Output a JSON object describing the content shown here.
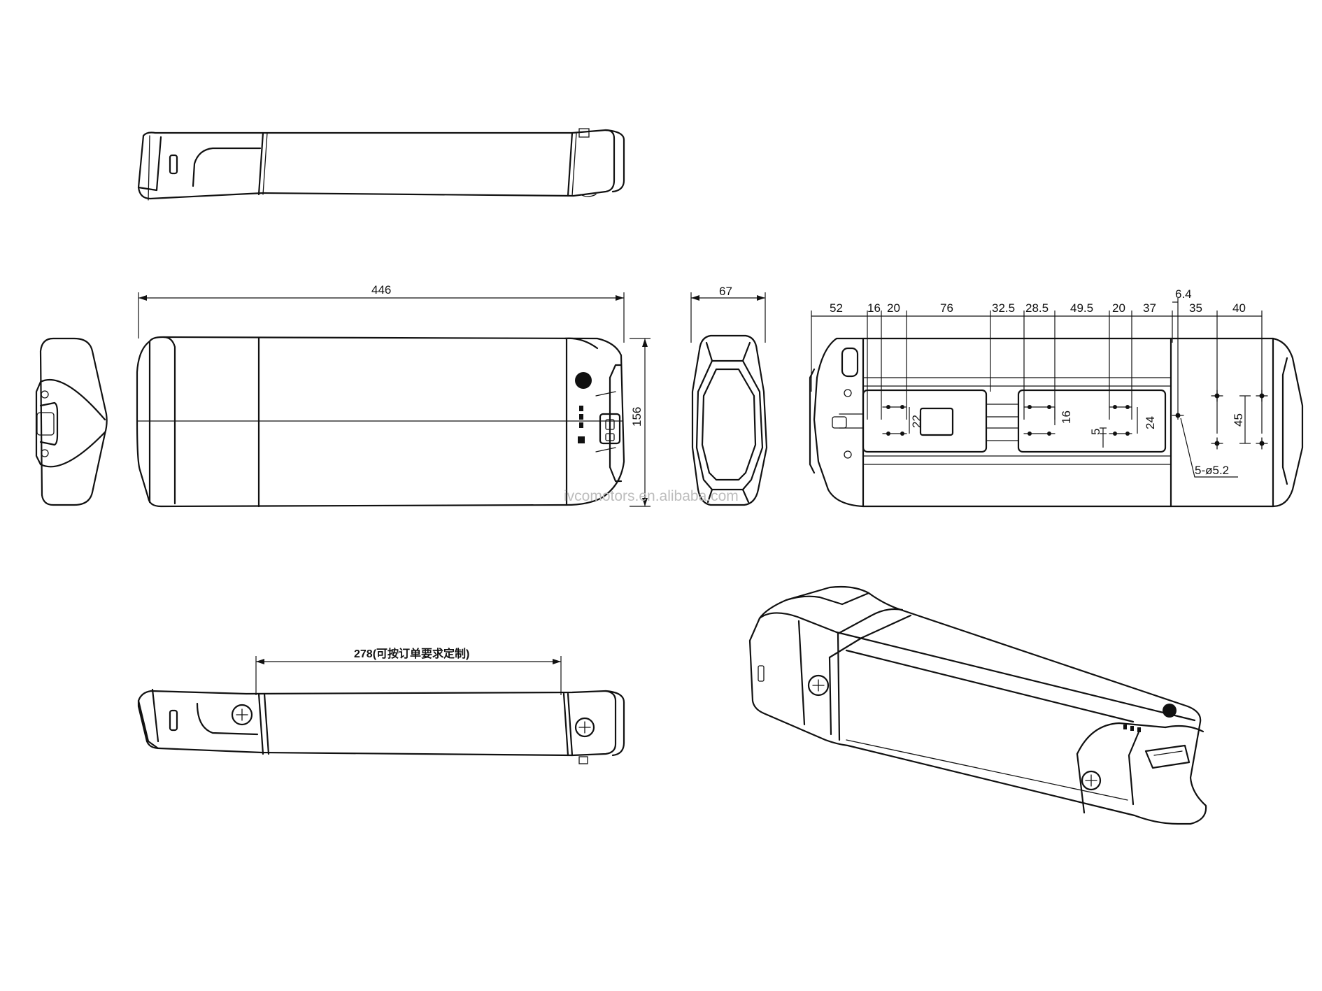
{
  "dimensions": {
    "overall_length": "446",
    "overall_height": "156",
    "overall_width": "67",
    "rail_length": "278(可按订单要求定制)",
    "bottom_spacing": [
      "52",
      "16",
      "20",
      "76",
      "32.5",
      "28.5",
      "49.5",
      "20",
      "37",
      "6.4",
      "35",
      "40"
    ],
    "hole_spacing_a": "22",
    "hole_spacing_b": "16",
    "hole_spacing_c": "24",
    "hole_spacing_d": "5",
    "hole_spacing_e": "45",
    "hole_callout": "5-ø5.2"
  },
  "watermark": "ivcomotors.en.alibaba.com"
}
